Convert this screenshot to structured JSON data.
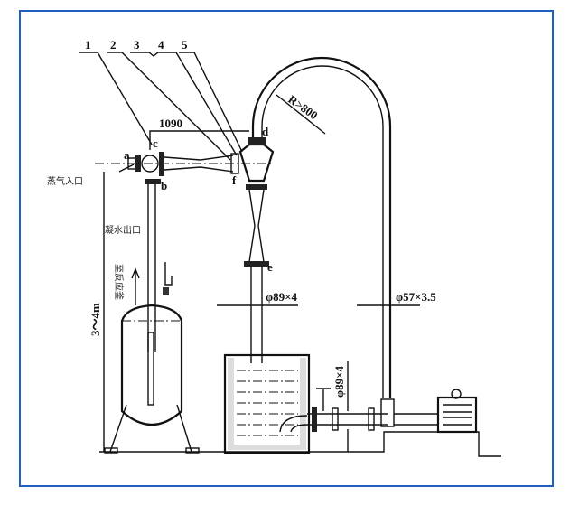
{
  "frame_color": "#1f5fbf",
  "part_numbers": [
    "1",
    "2",
    "3",
    "4",
    "5"
  ],
  "points": {
    "a": "a",
    "b": "b",
    "c": "c",
    "d": "d",
    "e": "e",
    "f": "f"
  },
  "dimensions": {
    "horizontal_length": "1090",
    "bend_radius": "R>800",
    "pipe_vertical_left": "φ89×4",
    "pipe_vertical_right": "φ57×3.5",
    "pipe_horizontal": "φ89×4",
    "height": "3～4m"
  },
  "labels": {
    "steam_inlet": "蒸气入口",
    "condensate_outlet": "凝水出口",
    "to_reactor": "至反应釜"
  }
}
